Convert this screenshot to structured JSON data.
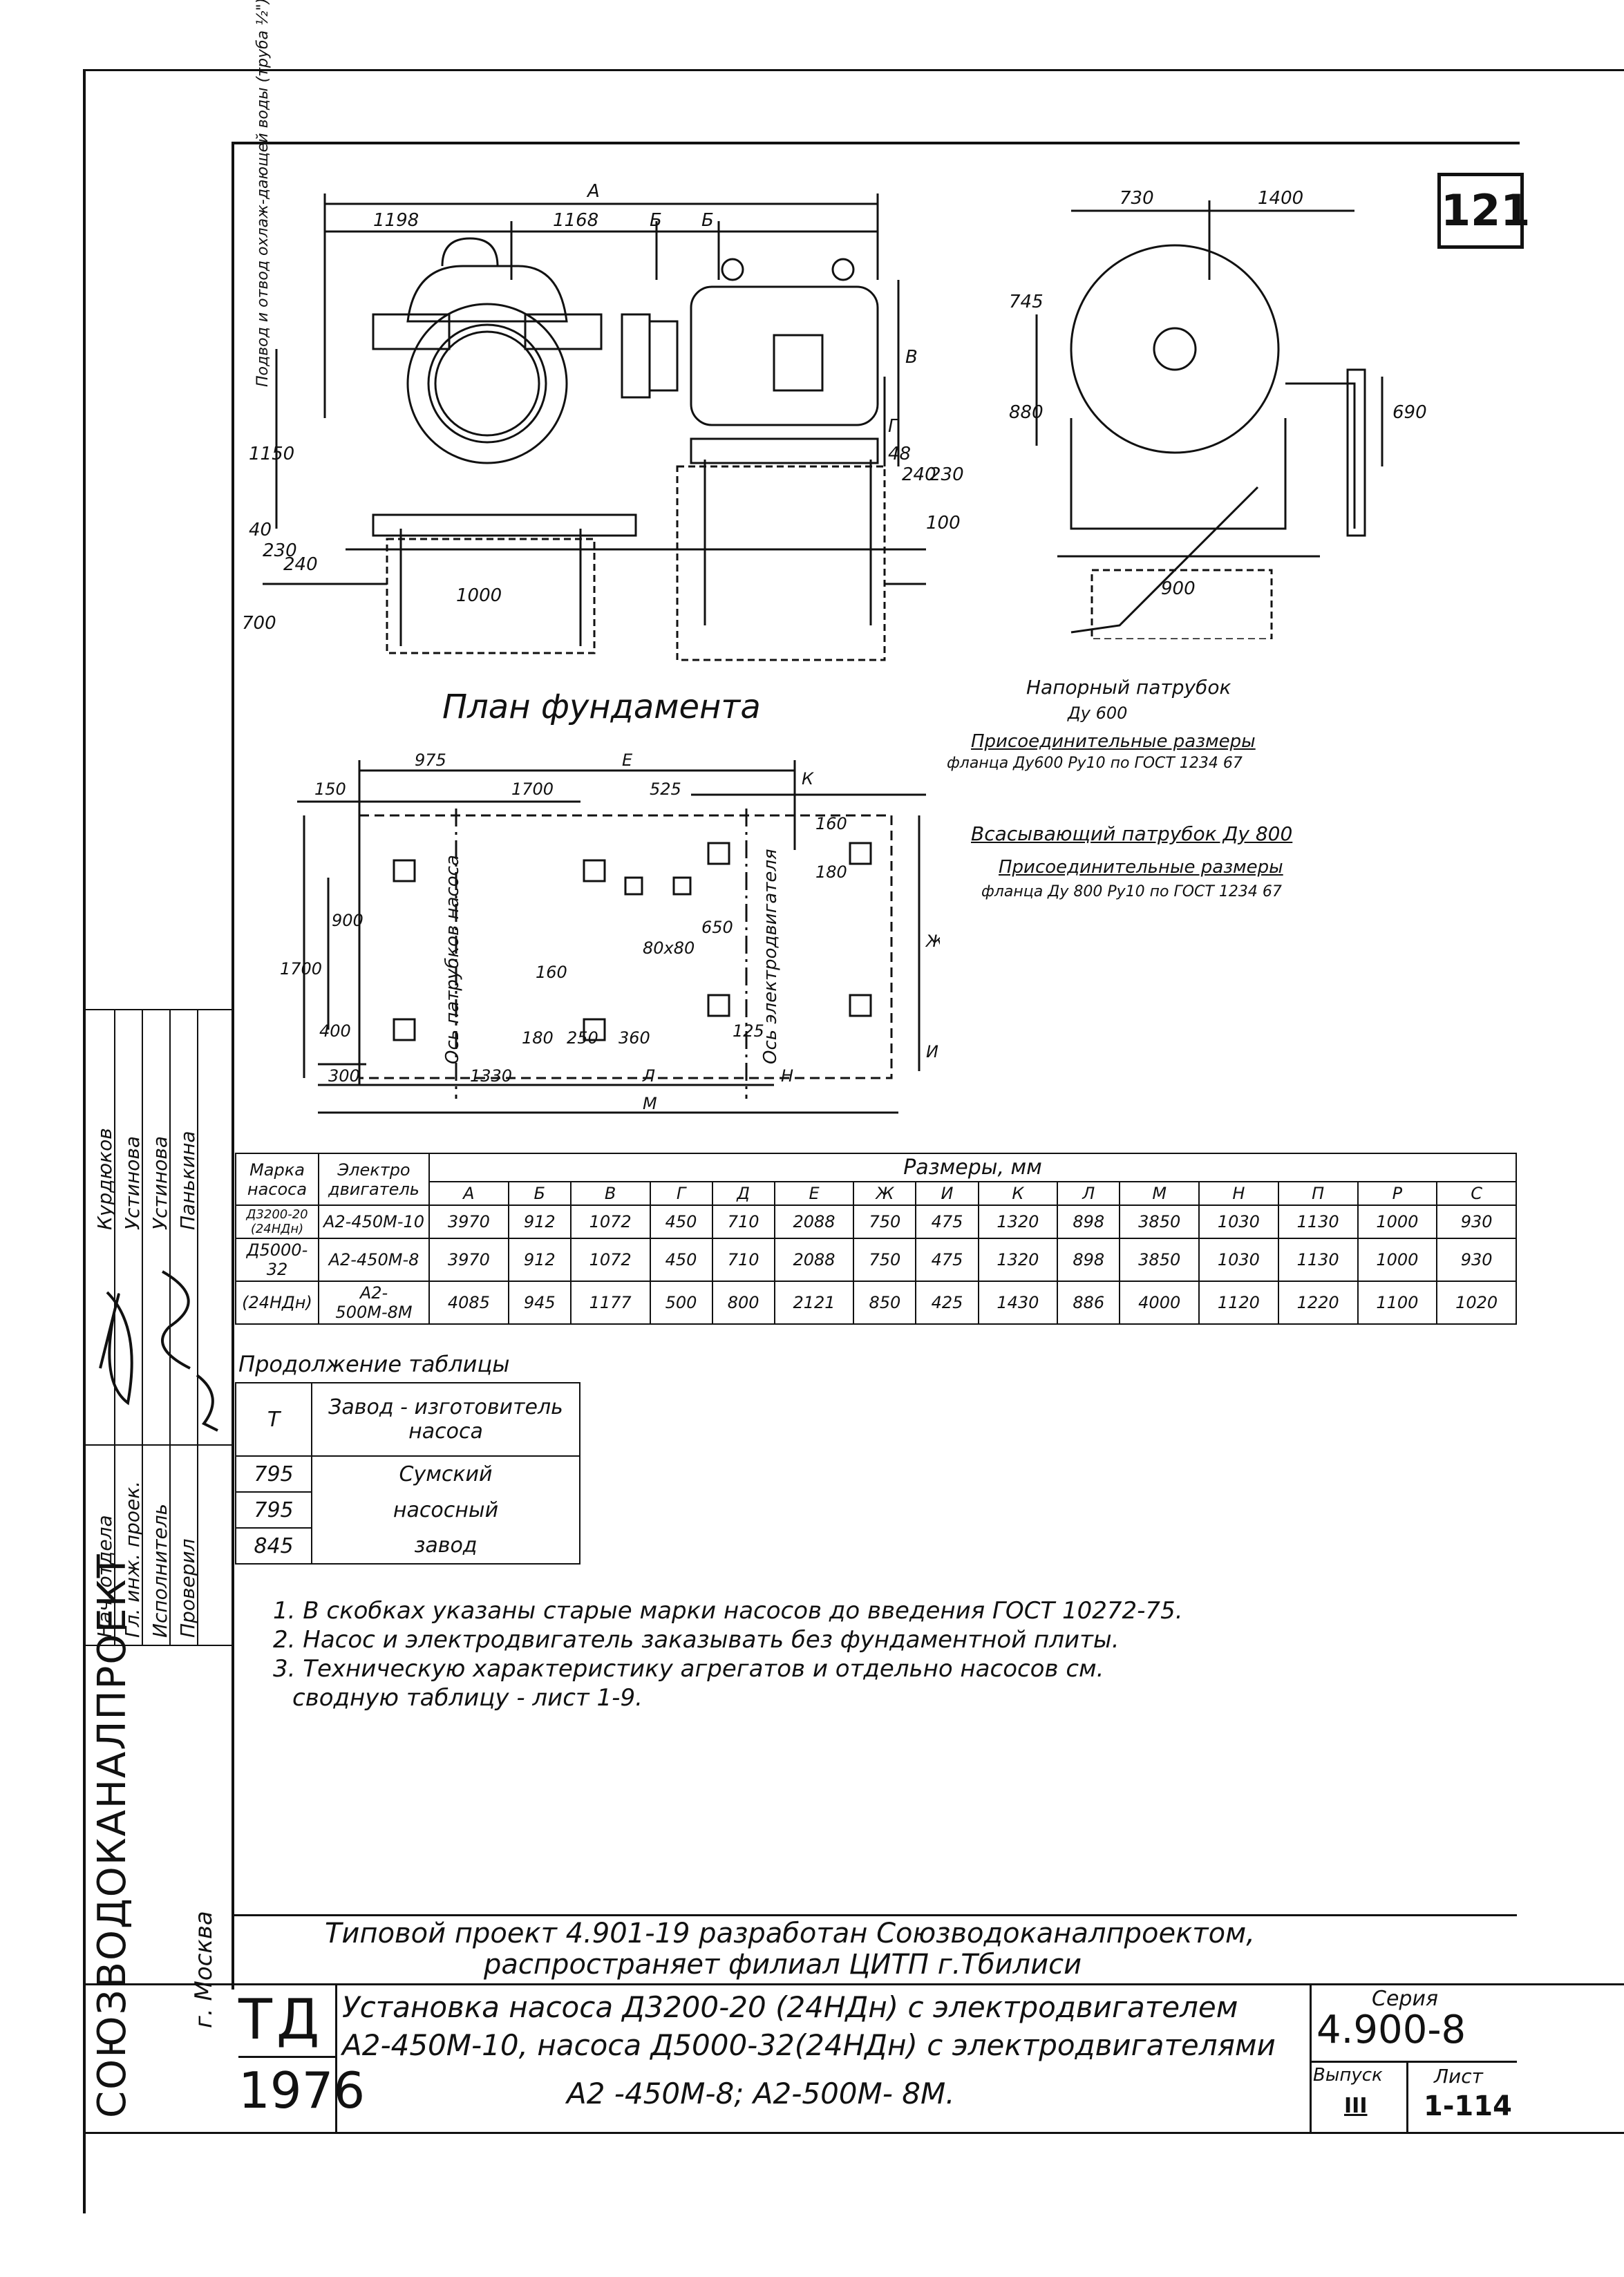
{
  "sheet_number": "121",
  "drawing": {
    "plan_title": "План фундамента",
    "left_annotation": "Подвод и отвод охлаж-дающей воды (труба ½\")",
    "elevation_dims": {
      "A": "А",
      "B": "Б",
      "V": "В",
      "G": "Г",
      "d1198": "1198",
      "d1168": "1168",
      "d1150": "1150",
      "d40a": "40",
      "d230": "230",
      "d240": "240",
      "d700a": "700",
      "d1000": "1000",
      "d48": "48",
      "d240b": "240",
      "d230b": "230",
      "d100": "100"
    },
    "side_dims": {
      "d730": "730",
      "d1400": "1400",
      "d745": "745",
      "d880": "880",
      "d690": "690",
      "d900": "900"
    },
    "plan_dims": {
      "d975": "975",
      "E": "Е",
      "K": "К",
      "d150": "150",
      "d1700": "1700",
      "d525": "525",
      "d160a": "160",
      "d900": "900",
      "d1700v": "1700",
      "d400": "400",
      "d650": "650",
      "d180": "180",
      "d80x80": "80х80",
      "d160b": "160",
      "d250": "250",
      "d360": "360",
      "d180b": "180",
      "d125": "125",
      "d300": "300",
      "d1330": "1330",
      "L": "Л",
      "N": "Н",
      "M": "М",
      "Zh": "Ж",
      "I": "И",
      "axis_pump": "Ось патрубков насоса",
      "axis_motor": "Ось электродвигателя"
    },
    "callouts": [
      "Напорный патрубок",
      "Ду 600",
      "Присоединительные размеры",
      "фланца Ду600 Ру10 по ГОСТ 1234 67",
      "Всасывающий патрубок Ду 800",
      "Присоединительные размеры",
      "фланца Ду 800 Ру10 по ГОСТ 1234 67"
    ]
  },
  "table": {
    "header_marka": "Марка насоса",
    "header_motor": "Электро двигатель",
    "header_sizes": "Размеры, мм",
    "columns": [
      "А",
      "Б",
      "В",
      "Г",
      "Д",
      "Е",
      "Ж",
      "И",
      "К",
      "Л",
      "М",
      "Н",
      "П",
      "Р",
      "С"
    ],
    "rows": [
      {
        "marka": "Д3200-20 (24НДн)",
        "motor": "А2-450М-10",
        "values": [
          "3970",
          "912",
          "1072",
          "450",
          "710",
          "2088",
          "750",
          "475",
          "1320",
          "898",
          "3850",
          "1030",
          "1130",
          "1000",
          "930"
        ]
      },
      {
        "marka": "Д5000-32",
        "motor": "А2-450М-8",
        "values": [
          "3970",
          "912",
          "1072",
          "450",
          "710",
          "2088",
          "750",
          "475",
          "1320",
          "898",
          "3850",
          "1030",
          "1130",
          "1000",
          "930"
        ]
      },
      {
        "marka": "(24НДн)",
        "motor": "А2-500М-8М",
        "values": [
          "4085",
          "945",
          "1177",
          "500",
          "800",
          "2121",
          "850",
          "425",
          "1430",
          "886",
          "4000",
          "1120",
          "1220",
          "1100",
          "1020"
        ]
      }
    ]
  },
  "continuation": {
    "title": "Продолжение таблицы",
    "col_t": "Т",
    "col_factory": "Завод - изготовитель насоса",
    "t_values": [
      "795",
      "795",
      "845"
    ],
    "factory_lines": [
      "Сумский",
      "насосный",
      "завод"
    ]
  },
  "notes": [
    "1. В скобках указаны старые марки насосов до введения ГОСТ 10272-75.",
    "2. Насос и электродвигатель заказывать без фундаментной плиты.",
    "3. Техническую характеристику агрегатов и отдельно насосов см.",
    "сводную таблицу - лист 1-9."
  ],
  "stamp": {
    "roles": [
      "Нач. отдела",
      "Гл. инж. проек.",
      "Исполнитель",
      "Проверил"
    ],
    "names": [
      "Курдюков",
      "Устинова",
      "Устинова",
      "Панькина"
    ],
    "organization": "СОЮЗВОДОКАНАЛПРОЕКТ",
    "city": "г. Москва",
    "project_line1": "Типовой проект 4.901-19 разработан Союзводоканалпроектом,",
    "project_line2": "распространяет филиал ЦИТП г.Тбилиси",
    "td": "ТД",
    "year": "1976",
    "title_line1": "Установка насоса Д3200-20 (24НДн) с электродвигателем",
    "title_line2": "А2-450М-10, насоса Д5000-32(24НДн) с электродвигателями",
    "title_line3": "А2 -450М-8; А2-500М- 8М.",
    "series_label": "Серия",
    "series_value": "4.900-8",
    "issue_label": "Выпуск",
    "issue_value": "III",
    "sheet_label": "Лист",
    "sheet_value": "1-114"
  }
}
